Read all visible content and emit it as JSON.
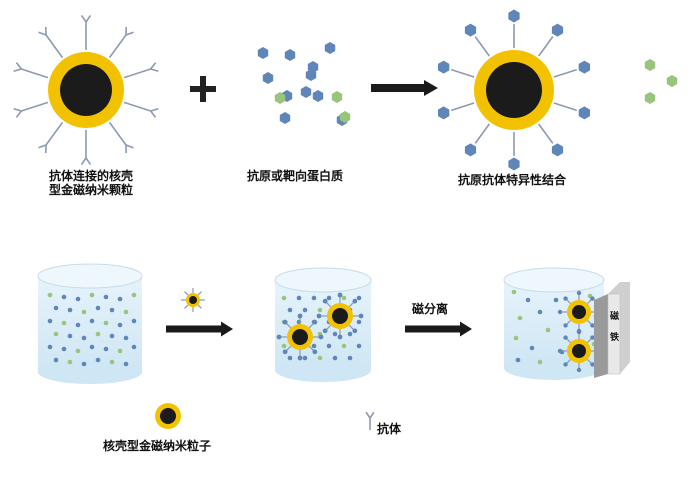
{
  "labels": {
    "np_line1": "抗体连接的核壳",
    "np_line2": "型金磁纳米颗粒",
    "antigen": "抗原或靶向蛋白质",
    "binding": "抗原抗体特异性结合",
    "magnetic_sep": "磁分离",
    "magnet_char1": "磁",
    "magnet_char2": "铁",
    "legend_particle": "核壳型金磁纳米粒子",
    "legend_antibody": "抗体"
  },
  "colors": {
    "gold_shell": "#f2c200",
    "core": "#1b1b1b",
    "antibody": "#8d99b3",
    "antigen_blue": "#5f86b8",
    "protein_green": "#98c47b",
    "liquid": "#d8ecf8",
    "arrow": "#1a1a1a"
  },
  "icons": [
    "plus-icon",
    "arrow-icon",
    "magnet-icon"
  ]
}
